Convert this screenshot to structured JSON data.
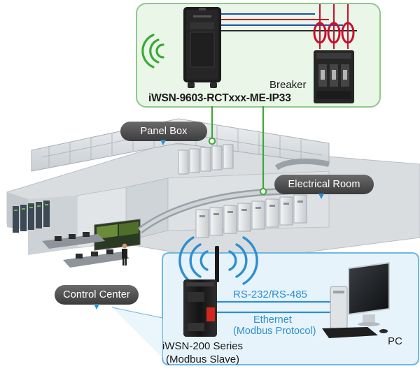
{
  "labels": {
    "sensor_model": "iWSN-9603-RCTxxx-ME-IP33",
    "breaker": "Breaker",
    "panel_box": "Panel Box",
    "electrical_room": "Electrical Room",
    "control_center": "Control Center",
    "rs_link": "RS-232/RS-485",
    "ethernet_line1": "Ethernet",
    "ethernet_line2": "(Modbus Protocol)",
    "pc": "PC",
    "gateway_line1": "iWSN-200 Series",
    "gateway_line2": "(Modbus Slave)"
  },
  "colors": {
    "wireless_green": "#3aaa35",
    "green_panel_border": "#8ec98a",
    "green_panel_fill": "#eaf6e8",
    "blue_panel_border": "#6fb7e3",
    "blue_panel_fill": "#e6f3fb",
    "link_blue": "#2d8fd0",
    "pill_dark": "#4b4b4b",
    "wire_red": "#c8102e",
    "wire_blue": "#1f4fb0"
  }
}
